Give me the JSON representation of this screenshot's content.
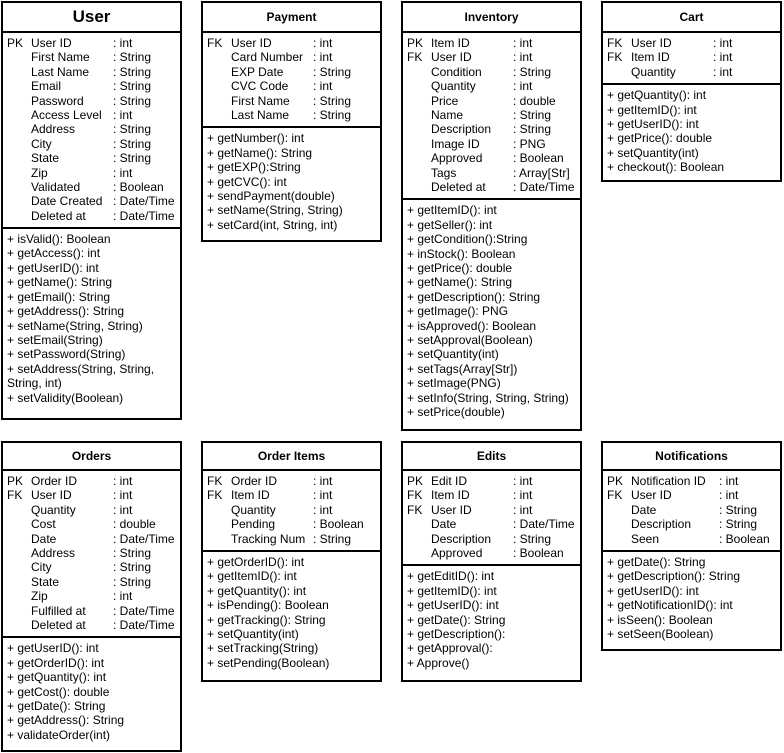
{
  "classes": [
    {
      "id": "user",
      "title": "User",
      "attributes": [
        {
          "key": "PK",
          "name": "User ID",
          "type": ": int"
        },
        {
          "key": "",
          "name": "First Name",
          "type": ": String"
        },
        {
          "key": "",
          "name": "Last Name",
          "type": ": String"
        },
        {
          "key": "",
          "name": "Email",
          "type": ": String"
        },
        {
          "key": "",
          "name": "Password",
          "type": ": String"
        },
        {
          "key": "",
          "name": "Access Level",
          "type": ": int"
        },
        {
          "key": "",
          "name": "Address",
          "type": ": String"
        },
        {
          "key": "",
          "name": "City",
          "type": ": String"
        },
        {
          "key": "",
          "name": "State",
          "type": ": String"
        },
        {
          "key": "",
          "name": "Zip",
          "type": ": int"
        },
        {
          "key": "",
          "name": "Validated",
          "type": ": Boolean"
        },
        {
          "key": "",
          "name": "Date Created",
          "type": ": Date/Time"
        },
        {
          "key": "",
          "name": "Deleted at",
          "type": ": Date/Time"
        }
      ],
      "methods": [
        "+ isValid(): Boolean",
        "+ getAccess(): int",
        "+ getUserID(): int",
        "+ getName(): String",
        "+ getEmail(): String",
        "+ getAddress(): String",
        "+ setName(String, String)",
        "+ setEmail(String)",
        "+ setPassword(String)",
        "+ setAddress(String, String, String, int)",
        "+ setValidity(Boolean)"
      ]
    },
    {
      "id": "payment",
      "title": "Payment",
      "attributes": [
        {
          "key": "FK",
          "name": "User ID",
          "type": ": int"
        },
        {
          "key": "",
          "name": "Card Number",
          "type": ": int"
        },
        {
          "key": "",
          "name": "EXP Date",
          "type": ": String"
        },
        {
          "key": "",
          "name": "CVC Code",
          "type": ": int"
        },
        {
          "key": "",
          "name": "First Name",
          "type": ": String"
        },
        {
          "key": "",
          "name": "Last Name",
          "type": ": String"
        }
      ],
      "methods": [
        "+ getNumber(): int",
        "+ getName(): String",
        "+ getEXP():String",
        "+ getCVC(): int",
        "+ sendPayment(double)",
        "+ setName(String, String)",
        "+ setCard(int, String, int)"
      ]
    },
    {
      "id": "inventory",
      "title": "Inventory",
      "attributes": [
        {
          "key": "PK",
          "name": "Item ID",
          "type": ": int"
        },
        {
          "key": "FK",
          "name": "User ID",
          "type": ": int"
        },
        {
          "key": "",
          "name": "Condition",
          "type": ": String"
        },
        {
          "key": "",
          "name": "Quantity",
          "type": ": int"
        },
        {
          "key": "",
          "name": "Price",
          "type": ": double"
        },
        {
          "key": "",
          "name": "Name",
          "type": ": String"
        },
        {
          "key": "",
          "name": "Description",
          "type": ": String"
        },
        {
          "key": "",
          "name": "Image ID",
          "type": ": PNG"
        },
        {
          "key": "",
          "name": "Approved",
          "type": ": Boolean"
        },
        {
          "key": "",
          "name": "Tags",
          "type": ": Array[Str]"
        },
        {
          "key": "",
          "name": "Deleted at",
          "type": ": Date/Time"
        }
      ],
      "methods": [
        "+ getItemID(): int",
        "+ getSeller(): int",
        "+ getCondition():String",
        "+ inStock(): Boolean",
        "+ getPrice(): double",
        "+ getName(): String",
        "+ getDescription(): String",
        "+ getImage(): PNG",
        "+ isApproved(): Boolean",
        "+ setApproval(Boolean)",
        "+ setQuantity(int)",
        "+ setTags(Array[Str])",
        "+ setImage(PNG)",
        "+ setInfo(String, String, String)",
        "+ setPrice(double)"
      ]
    },
    {
      "id": "cart",
      "title": "Cart",
      "attributes": [
        {
          "key": "FK",
          "name": "User ID",
          "type": ": int"
        },
        {
          "key": "FK",
          "name": "Item ID",
          "type": ": int"
        },
        {
          "key": "",
          "name": "Quantity",
          "type": ": int"
        }
      ],
      "methods": [
        "+ getQuantity(): int",
        "+ getItemID(): int",
        "+ getUserID(): int",
        "+ getPrice(): double",
        "+ setQuantity(int)",
        "+ checkout(): Boolean"
      ]
    },
    {
      "id": "orders",
      "title": "Orders",
      "attributes": [
        {
          "key": "PK",
          "name": "Order ID",
          "type": ": int"
        },
        {
          "key": "FK",
          "name": "User ID",
          "type": ": int"
        },
        {
          "key": "",
          "name": "Quantity",
          "type": ": int"
        },
        {
          "key": "",
          "name": "Cost",
          "type": ": double"
        },
        {
          "key": "",
          "name": "Date",
          "type": ": Date/Time"
        },
        {
          "key": "",
          "name": "Address",
          "type": ": String"
        },
        {
          "key": "",
          "name": "City",
          "type": ": String"
        },
        {
          "key": "",
          "name": "State",
          "type": ": String"
        },
        {
          "key": "",
          "name": "Zip",
          "type": ": int"
        },
        {
          "key": "",
          "name": "Fulfilled at",
          "type": ": Date/Time"
        },
        {
          "key": "",
          "name": "Deleted at",
          "type": ": Date/Time"
        }
      ],
      "methods": [
        "+ getUserID(): int",
        "+ getOrderID(): int",
        "+ getQuantity(): int",
        "+ getCost(): double",
        "+ getDate(): String",
        "+ getAddress(): String",
        "+ validateOrder(int)"
      ]
    },
    {
      "id": "order-items",
      "title": "Order Items",
      "attributes": [
        {
          "key": "FK",
          "name": "Order ID",
          "type": ": int"
        },
        {
          "key": "FK",
          "name": "Item ID",
          "type": ": int"
        },
        {
          "key": "",
          "name": "Quantity",
          "type": ": int"
        },
        {
          "key": "",
          "name": "Pending",
          "type": ": Boolean"
        },
        {
          "key": "",
          "name": "Tracking Num",
          "type": ": String"
        }
      ],
      "methods": [
        "+ getOrderID(): int",
        "+ getItemID(): int",
        "+ getQuantity(): int",
        "+ isPending(): Boolean",
        "+ getTracking(): String",
        "+ setQuantity(int)",
        "+ setTracking(String)",
        "+ setPending(Boolean)"
      ]
    },
    {
      "id": "edits",
      "title": "Edits",
      "attributes": [
        {
          "key": "PK",
          "name": "Edit ID",
          "type": ": int"
        },
        {
          "key": "FK",
          "name": "Item ID",
          "type": ": int"
        },
        {
          "key": "FK",
          "name": "User ID",
          "type": ": int"
        },
        {
          "key": "",
          "name": "Date",
          "type": ": Date/Time"
        },
        {
          "key": "",
          "name": "Description",
          "type": ": String"
        },
        {
          "key": "",
          "name": "Approved",
          "type": ": Boolean"
        }
      ],
      "methods": [
        "+ getEditID(): int",
        "+ getItemID(): int",
        "+ getUserID(): int",
        "+ getDate(): String",
        "+ getDescription():",
        "+ getApproval():",
        "+ Approve()"
      ]
    },
    {
      "id": "notifications",
      "title": "Notifications",
      "attributes": [
        {
          "key": "PK",
          "name": "Notification ID",
          "type": ": int"
        },
        {
          "key": "FK",
          "name": "User ID",
          "type": ": int"
        },
        {
          "key": "",
          "name": "Date",
          "type": ": String"
        },
        {
          "key": "",
          "name": "Description",
          "type": ": String"
        },
        {
          "key": "",
          "name": "Seen",
          "type": ": Boolean"
        }
      ],
      "methods": [
        "+ getDate(): String",
        "+ getDescription(): String",
        "+ getUserID(): int",
        "+ getNotificationID(): int",
        "+ isSeen(): Boolean",
        "+ setSeen(Boolean)"
      ]
    }
  ]
}
